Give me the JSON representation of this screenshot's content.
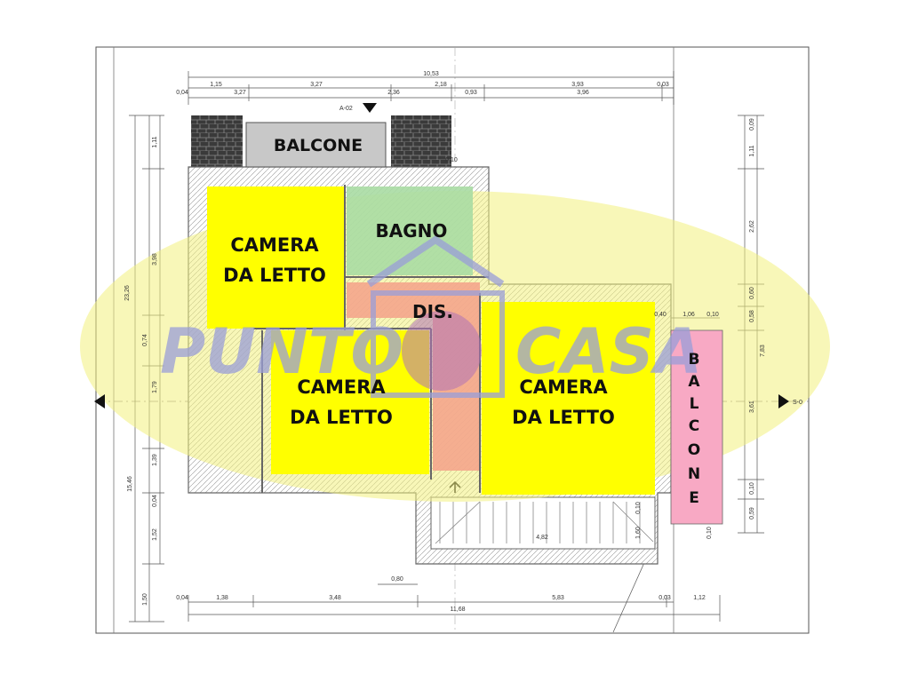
{
  "colors": {
    "bedroom": "#ffff00",
    "bathroom": "#a9dca3",
    "hall": "#f4a58c",
    "balcony_side": "#f8a9c4",
    "balcony_top": "#c8c8c8",
    "watermark_fill": "#f3f07e",
    "watermark_text": "#9a9ed8",
    "tile": "#3a3a3a",
    "wall": "#666666"
  },
  "rooms": {
    "balcone_top": "BALCONE",
    "bagno": "BAGNO",
    "dis": "DIS.",
    "camera_nw": [
      "CAMERA",
      "DA LETTO"
    ],
    "camera_c": [
      "CAMERA",
      "DA LETTO"
    ],
    "camera_e": [
      "CAMERA",
      "DA LETTO"
    ],
    "balcone_side_letters": [
      "B",
      "A",
      "L",
      "C",
      "O",
      "N",
      "E"
    ]
  },
  "watermark": {
    "left": "PUNTO",
    "right": "CASA"
  },
  "section_markers": {
    "top": "A-02",
    "right": "S-0"
  },
  "dimensions": {
    "top_total": "10,53",
    "top_row2": [
      "1,15",
      "3,27",
      "2,18",
      "3,93",
      "0,03"
    ],
    "top_row3": [
      "0,04",
      "3,27",
      "2,36",
      "0,93",
      "3,96"
    ],
    "bottom_row": [
      "0,04",
      "1,38",
      "3,48",
      "5,83",
      "0,03",
      "1,12"
    ],
    "bottom_total": "11,68",
    "bottom_small": "0,80",
    "stair": [
      "4,82",
      "1,60",
      "0,10"
    ],
    "left_outer": [
      "23,26",
      "15,46",
      "1,50"
    ],
    "left_inner": [
      "1,11",
      "3,98",
      "0,74",
      "1,79",
      "1,39",
      "0,04",
      "1,52"
    ],
    "right_outer": [
      "1,11",
      "2,62",
      "0,60",
      "0,58",
      "7,83",
      "3,61",
      "0,10",
      "0,59",
      "0,10"
    ],
    "right_top": [
      "0,09"
    ],
    "right_inner": [
      "0,40",
      "1,06",
      "0,10"
    ],
    "misc": [
      "0,10"
    ]
  }
}
